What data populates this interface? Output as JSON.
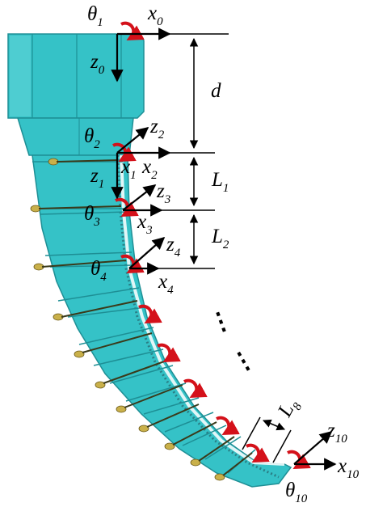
{
  "colors": {
    "body": "#35c2c7",
    "body_dark": "#1e8f95",
    "body_light": "#7ee0e4",
    "bolt": "#c9b04a",
    "rotation_arrow": "#d4111a",
    "axis": "#000000"
  },
  "labels": {
    "theta1": {
      "main": "θ",
      "sub": "1"
    },
    "x0": {
      "main": "x",
      "sub": "0"
    },
    "z0": {
      "main": "z",
      "sub": "0"
    },
    "d": {
      "main": "d"
    },
    "theta2": {
      "main": "θ",
      "sub": "2"
    },
    "z2": {
      "main": "z",
      "sub": "2"
    },
    "z1": {
      "main": "z",
      "sub": "1"
    },
    "x1": {
      "main": "x",
      "sub": "1"
    },
    "x2": {
      "main": "x",
      "sub": "2"
    },
    "L1": {
      "main": "L",
      "sub": "1"
    },
    "theta3": {
      "main": "θ",
      "sub": "3"
    },
    "z3": {
      "main": "z",
      "sub": "3"
    },
    "x3": {
      "main": "x",
      "sub": "3"
    },
    "L2": {
      "main": "L",
      "sub": "2"
    },
    "z4": {
      "main": "z",
      "sub": "4"
    },
    "theta4": {
      "main": "θ",
      "sub": "4"
    },
    "x4": {
      "main": "x",
      "sub": "4"
    },
    "L8": {
      "main": "L",
      "sub": "8"
    },
    "z10": {
      "main": "z",
      "sub": "10"
    },
    "x10": {
      "main": "x",
      "sub": "10"
    },
    "theta10": {
      "main": "θ",
      "sub": "10"
    }
  },
  "ellipsis": [
    "⋮",
    "⋮"
  ]
}
